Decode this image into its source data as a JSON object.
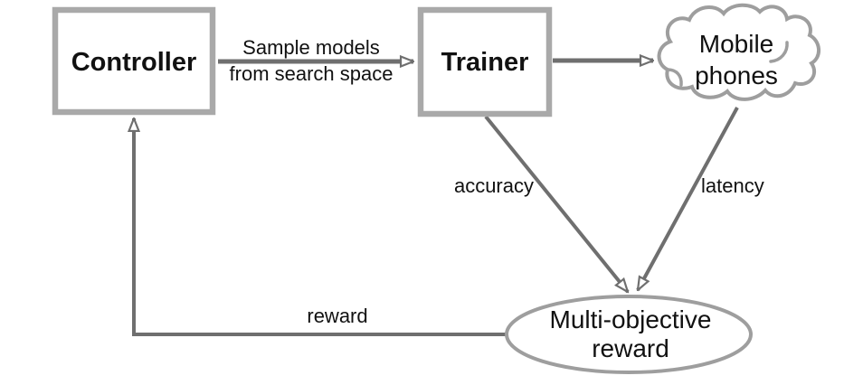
{
  "nodes": {
    "controller": {
      "label": "Controller"
    },
    "trainer": {
      "label": "Trainer"
    },
    "mobile_phones": {
      "line1": "Mobile",
      "line2": "phones"
    },
    "multi_objective_reward": {
      "line1": "Multi-objective",
      "line2": "reward"
    }
  },
  "edges": {
    "sample_models": {
      "line1": "Sample models",
      "line2": "from search space"
    },
    "accuracy": {
      "label": "accuracy"
    },
    "latency": {
      "label": "latency"
    },
    "reward": {
      "label": "reward"
    }
  },
  "colors": {
    "background": "#ffffff",
    "box_border": "#a9a9a9",
    "shape_outline": "#9e9e9e",
    "arrow": "#6f6f6f",
    "text": "#111111"
  }
}
